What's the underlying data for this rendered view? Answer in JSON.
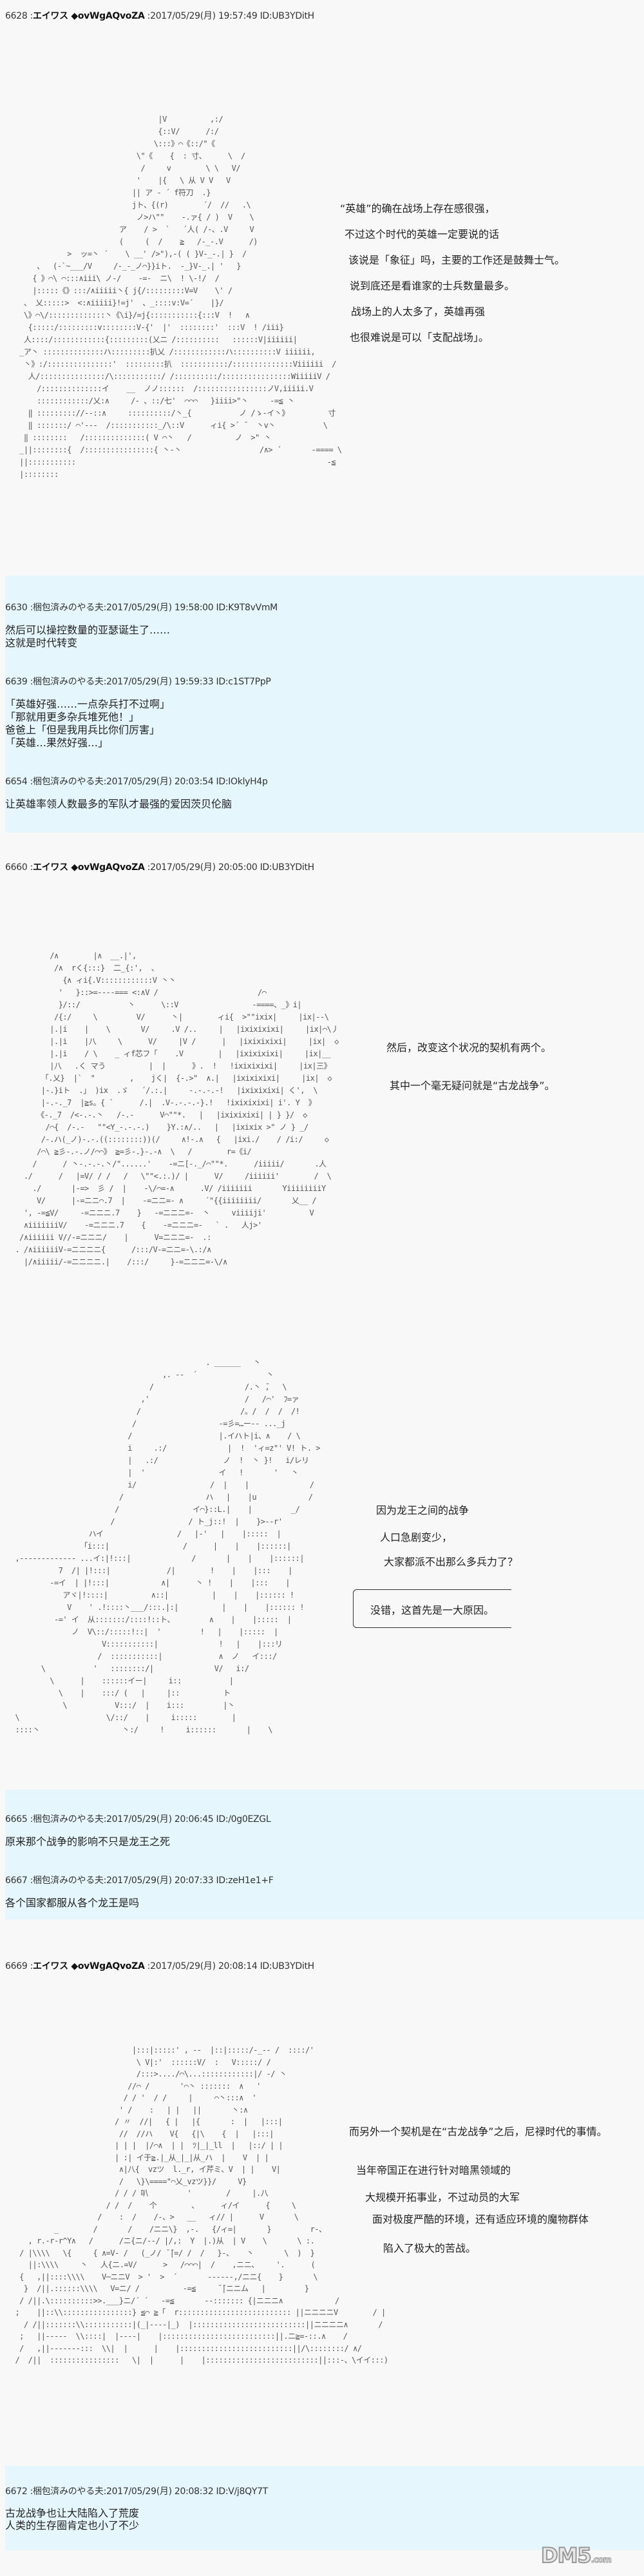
{
  "posts": [
    {
      "header_no": "6628 :",
      "name": "エイワス ◆ovWgAQvoZA",
      "meta": " :2017/05/29(月) 19:57:49 ID:UB3YDitH",
      "lines": [
        "“英雄”的确在战场上存在感很强，",
        "不过这个时代的英雄一定要说的话",
        "该说是「象征」吗，主要的工作还是鼓舞士气。",
        "说到底还是看谁家的士兵数量最多。",
        "战场上的人太多了，英雄再强",
        "也很难说是可以「支配战场」。"
      ]
    },
    {
      "header": "6630 :梱包済みのやる夫:2017/05/29(月) 19:58:00 ID:K9T8vVmM",
      "body": "然后可以操控数量的亚瑟诞生了……\n这就是时代转变"
    },
    {
      "header": "6639 :梱包済みのやる夫:2017/05/29(月) 19:59:33 ID:c1ST7PpP",
      "body": "「英雄好强……一点杂兵打不过啊」\n「那就用更多杂兵堆死他！」\n爸爸上「但是我用兵比你们厉害」\n「英雄…果然好强…」"
    },
    {
      "header": "6654 :梱包済みのやる夫:2017/05/29(月) 20:03:54 ID:IOklyH4p",
      "body": "让英雄率领人数最多的军队才最强的爱因茨贝伦脑"
    },
    {
      "header_no": "6660 :",
      "name": "エイワス ◆ovWgAQvoZA",
      "meta": " :2017/05/29(月) 20:05:00 ID:UB3YDitH",
      "lines": [
        "然后，改变这个状况的契机有两个。",
        "其中一个毫无疑问就是“古龙战争”。",
        "因为龙王之间的战争",
        "人口急剧变少，",
        "大家都派不出那么多兵力了？"
      ],
      "bubble": "没错，这首先是一大原因。"
    },
    {
      "header": "6665 :梱包済みのやる夫:2017/05/29(月) 20:06:45 ID:/0g0EZGL",
      "body": "原来那个战争的影响不只是龙王之死"
    },
    {
      "header": "6667 :梱包済みのやる夫:2017/05/29(月) 20:07:33 ID:zeH1e1+F",
      "body": "各个国家都服从各个龙王是吗"
    },
    {
      "header_no": "6669 :",
      "name": "エイワス ◆ovWgAQvoZA",
      "meta": " :2017/05/29(月) 20:08:14 ID:UB3YDitH",
      "lines": [
        "而另外一个契机是在“古龙战争”之后，尼禄时代的事情。",
        "当年帝国正在进行针对暗黑领域的",
        "大规模开拓事业，不过动员的大军",
        "面对极度严酷的环境，还有适应环境的魔物群体",
        "陷入了极大的苦战。"
      ]
    },
    {
      "header": "6672 :梱包済みのやる夫:2017/05/29(月) 20:08:32 ID:V/j8QY7T",
      "body": "古龙战争也让大陆陷入了荒废\n人类的生存圈肯定也小了不少"
    }
  ],
  "art": {
    "a1": "                                   |V          ,:/\n                                   {::V/      /:/\n                                  \\:::》⌒《::/\"《\n                              \\\"《    {  : 寸、     \\  /\n                               /     v        \\ \\   V/\n                              '    |{   \\ 从 V V   V\n                             || ア - ´ f符刀  .}\n                             jト、{(r)        ´/  //   .\\\n                              ノ>ハ\"\"    -.ァ{ / )  V    \\\n                          ア    / >  `   ´人( /-、.V     V\n                          (     (  /    ≧   /-_-.V      /)\n              >  ッ=丶 ´    \\ __' />\"),-( ( }V-_-.| }  /\n       、  (-`~___/V     /-_-_ノ⌒}}iト.  -_}V-_.| '   }\n      { 》⌒\\ ⌒:::∧iii\\ ノ-/    -=-  ニ\\  ! \\-!/  /\n      |:::::《》:::/∧iiiii丶{ j{/:::::::::V=V    \\' /\n    、 乂:::::>  <:∧iiiii}!=j'  、_::::v:V=´    |}/\n    \\》⌒\\/:::::::::::::丶《\\i}/=j{:::::::::::{:::V  !   ∧\n     {:::::/:::::::::v::::::::V-{'  |'  ::::::::'  :::V  ! /iii}\n    人::::/::::::::::::{:::::::::(乂ニ /::::::::::   ::::::V|iiiiii|\n   _ア丶 ::::::::::::::ハ:::::::::扒乂 /::::::::::::ハ::::::::::V iiiiii,\n    丶》:/:::::::::::::::'  :::::::::扒  :::::::::::/::::::::::::::Viiiiii  /\n     人/:::::::::::::::/\\:::::::::::/ /::::::::::/::::::::::::::::WiiiiiV /\n       /::::::::::::::イ    __  ノノ::::::  /::::::::::::::::ノV,iiiii.V\n       ::::::::::::/乂:∧     /- 、::/七'  ⌒⌒⌒   }iiii>\"丶     -=≦ 丶\n     ‖ ::::::::://--::∧     ::::::::::/丶_{           ノ /ゝ-イ丶》         寸\n     ‖ :::::::/ ⌒'---  /:::::::::::_/\\::V      ィi{ >´ ̄   丶v丶           \\\n    ‖ ::::::::   /::::::::::::::( V ⌒丶   /          ノ  >\" 丶\n   _||::::::::{  /::::::::::::::::{ 丶-丶                  /∧> ´       -==== \\\n   ||:::::::::::                                                          -≦\n   |::::::::",
    "a2": "          /∧        |∧  __.|',\n           /∧  rく{:::}  二_{:',  、\n             {∧ ィi{.V::::::::::::V 丶丶\n            '   }::>=----=== <:∧V /                       /⌒\n            }/::/           丶      \\::V                 -====、_》i|\n           /{:/     \\         V/      丶|        ィi{  >\"\"ixix|     |ix|--\\\n          |.|i    |    \\       V/     .V /..     |   |ixixixixi|     |ix|⌒\\丿\n          |.|i    |八     \\      V/     |V /      |   |ixixixixi|     |ix|  ◇\n          |.|i    / \\    _ ィf芯フ「    .V        |   |ixixixixi|     |ix|__\n          |八   .く マう          |  |      》.  !   !ixixixixi|     |ix|三》\n        「.乂}  |`  \"        ,    jく|  {-.>\"  ∧.|   |ixixixixi|     |ix|  ◇\n        |-.}iト  .」 )ix  .ゞ   ´/.:.|     -.-.-.-!   |ixixixixi| く',  \\\n        |-.-._7  |≧s。{ `      /.|  .V-.-.-.-}.!   !ixixixixi| i'. Y  》\n       《-._7  /<-.-.丶   /-.-      V⌒\"\"*.   |   |ixixixixi| | } }/  ◇\n         /⌒{  /-.-   \"\"<Y_-.-.-.)    }Y.:∧/..   |   |ixixix >\" ノ } _/\n        /-.ハ(_ノ)-.-.((::::::::))(/     ∧!-.∧   {   |ixi./    / /i:/     ◇\n       /⌒\\ ≧彡-.-.ノ/⌒⌒》 ≧=彡-.}-.-∧  \\   /        r=《i/\n      /      / 丶-.-.-.丶/\"......'    -=ニ[-._/⌒\"\"*.      /iiiii/       .人\n    ./      /   |=V/ / /   /   \\\"\"<.:.)/ |      V/     /iiiiii'        /  \\\n      ./       |-=>  彡 /  |    -\\/⌒=-∧      .V/ /iiiiiii       YiiiiiiiiY\n       V/      |-=ニニ⌒.7  |    -=ニニ=- ∧     ´\"{{iiiiiiii/       乂__ /\n    ', -=≦V/     -=ニニニ.7    }   -=ニニニ=-  丶     viiiiji'          V\n    ∧iiiiiiiV/    -=ニニニ.7    {    -=ニニニ=-   ` .   人j>'\n   /∧iiiiii V//-=ニニニ/    |      V=ニニニ=-  .:\n  . /∧iiiiiiV-=ニニニニ{      /:::/V-=ニニ=-\\.:/∧\n    |/∧iiiii/-=ニニニニ.|    /:::/     }-=ニニニ=-\\/∧",
    "a3": "                                              . ______   丶\n                                    ,. --  ´                丶\n                                 /                     /.丶 ̄,   \\\n                               ,'                      /   /⌒'  ﾌ=ァ\n                              /                       /。/  /  /  /!\n                             /                   -=彡=…ー-- ..._j\n                            /                    |.イハト|i、∧    / \\\n                            i     .:/              |  !  'ィ=z\"' V! ト. >\n                            |   .:/               ノ  !  丶 }!   i/レリ\n                            |  '                 イ   !       '   丶\n                            i/                 /  |    |              /\n                          /                   ハ   |    |u            /\n                         /                 イ⌒}::L.|    |         _/\n                        /                 / ト_j::!  |    }>--r'\n                   ハイ                 /   |-'   |    |:::::  |\n                 「i:::|                 /      |    |    |::::::|\n  ,------------- ...イ:|!:::|              /       |    |    |::::::|\n            7  /| |!:::|             /|        !    |    |:::    |\n          -=イ  | |!:::|            ∧|      丶 !    |    |:::    |\n             アヾ|!::::|          ∧::|          |    |    |:::::: !\n              V    ' .!::::丶___/:::.|:|          |    |    |:::::: !\n           -=' イ  从:::::::/::::!::ト、        ∧    |    |:::::  |\n               ノ  V\\::/:::::!::|  '         !   |    |:::::  |\n                      V:::::::::::|              !   |    |:::リ\n                     /  :::::::::::|             ∧  ノ   イ:::/\n        \\           '   ::::::::/|              V/   i:/\n          \\      |    ::::::イー|     i::           |\n            \\    |    :::/ (   |     |::          ト\n             \\           V:::/  |    i:::         |丶\n  \\                    \\/::/    |     i:::::        |\n  ::::丶                   丶:/     !     i::::::       |    \\",
    "a4": "                             |:::|:::::' , --  |::|:::::/-_-- /  ::::/'\n                              \\ V|:'  ::::::V/  :   V:::::/ /\n                              /:::>..../⌒\\...::::::::::::|/ -/ 丶\n                            //⌒ /       '⌒丶 :::::::  ∧   '\n                           / / '  / /     |     ⌒丶:::∧  '\n                          ' /    :   | |   ||       丶:∧\n                         / 〃  //|   { |   |{       :  |   |:::|\n                          //  //ハ    V{   {|\\    {  |   |:::|\n                         | | |  |/⌒∧  | |  ﾂ|_|_ll  |   |::/ | |\n                         | :| イ于≧.|_从_|_|从_ハ  |    V  | |\n                          ∧|八{  vzツ  l._r, イ芹ミ、V  | |    V|\n                          /   \\}\\====\"⌒乂_vzツ}}/     V}\n                         / / / 叭         '        /     |.八\n                       / /  /    个        、     ィ/イ      {     \\\n                     /    :  /    /-、>   __   ィ// |      V       \\\n           _        /       /    /ニニ\\}  ,-.   {/ィ=|       }         r-、\n     , r.-r-r^Y∧   /      /ニ{ニ/--/ |/,:  Y  |.)从  | V    \\       \\ :.\n   / |\\\\\\\\   \\{     { ∧=V- /   (_ノ/ ̄ ̄|=/ /  /   }-、   丶       \\  )  }\n     ||:\\\\\\\\     丶   人{ニ.=V/      >   /⌒⌒⌒|  /    ,ニニ、    '.      (\n   {   ,||::::\\\\\\\\    V─ニニV  > '  >  ´       ------,/ニニ{    }       \\\n    }  /||.::::::\\\\\\\\   V=ニ/ /          -=≦     ̄ ̄|ニニム   |         }\n   / /||.\\::::::::::>>.___}ニ/´ ´   -=≦       --::::::: {|ニニニ∧            /\n  ;    ||::\\\\::::::::::::::::} ≦⌒ ≧「  r:::::::::::::::::::::::::: ||ニニニニV        / |\n    / /||:::::::\\\\:::::::::::|(_|----|_)  |::::::::::::::::::::::::::||ニニニニ∧       /\n   ;   ||-----  \\\\::::|  |----|    |::::::::::::::::::::::::::||.ニ≧=-::.∧    /\n   /   ,||-------:::  \\\\|  |      |    |::::::::::::::::::::::::::||/\\::::::::/ ∧/\n  /  /||  ::::::::::::::::   \\|  |      |    |::::::::::::::::::::::::::||:::-、\\イイ:::)"
  },
  "watermark": "DM5.com",
  "colors": {
    "background": "#f8f8f8",
    "reply_band": "#e5f6fd"
  }
}
